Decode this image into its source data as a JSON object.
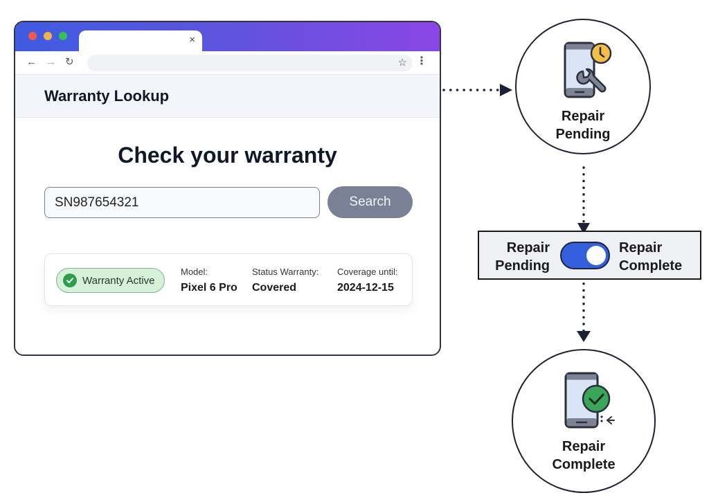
{
  "browser": {
    "tab": {
      "close_icon": "×"
    },
    "toolbar": {
      "back_icon": "←",
      "forward_icon": "→",
      "reload_icon": "↻",
      "url": "",
      "bookmark_icon": "☆",
      "menu_icon": "⋮"
    },
    "colors": {
      "titlebar_start": "#3f5be0",
      "titlebar_end": "#8a46e6"
    }
  },
  "app": {
    "title": "Warranty Lookup",
    "heading": "Check your warranty",
    "search": {
      "value": "SN987654321",
      "placeholder": "",
      "button_label": "Search"
    },
    "result": {
      "badge_label": "Warranty Active",
      "badge_color": "#2e9e4e",
      "fields": [
        {
          "label": "Model:",
          "value": "Pixel 6 Pro"
        },
        {
          "label": "Status Warranty:",
          "value": "Covered"
        },
        {
          "label": "Coverage until:",
          "value": "2024-12-15"
        }
      ]
    }
  },
  "diagram": {
    "pending_node": {
      "line1": "Repair",
      "line2": "Pending",
      "icon": "phone-wrench-clock-icon"
    },
    "toggle": {
      "left_line1": "Repair",
      "left_line2": "Pending",
      "right_line1": "Repair",
      "right_line2": "Complete",
      "state": "on",
      "color": "#3560dd"
    },
    "complete_node": {
      "line1": "Repair",
      "line2": "Complete",
      "icon": "phone-check-icon"
    }
  }
}
